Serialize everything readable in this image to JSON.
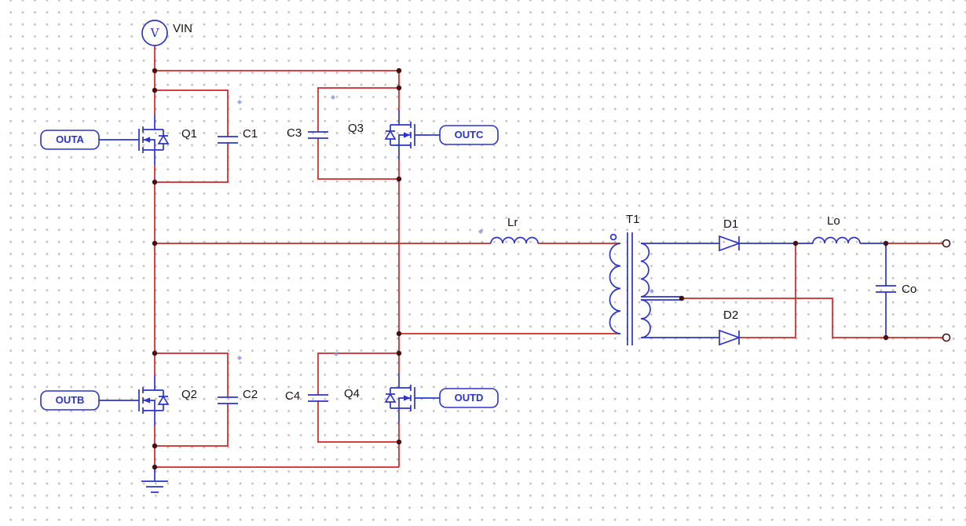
{
  "schematic": {
    "source": {
      "name": "VIN",
      "glyph": "V"
    },
    "ports": {
      "outa": "OUTA",
      "outb": "OUTB",
      "outc": "OUTC",
      "outd": "OUTD"
    },
    "components": {
      "q1": "Q1",
      "c1": "C1",
      "c3": "C3",
      "q3": "Q3",
      "q2": "Q2",
      "c2": "C2",
      "c4": "C4",
      "q4": "Q4",
      "lr": "Lr",
      "t1": "T1",
      "d1": "D1",
      "d2": "D2",
      "lo": "Lo",
      "co": "Co"
    },
    "colors": {
      "wire_red": "#cf2727",
      "component_blue": "#2b35c8",
      "label_ink": "#171513",
      "junction_dot": "#46100f",
      "grid_dot": "#c9b8c8",
      "canvas": "#ffffff",
      "port_fill": "#fdfdff"
    }
  }
}
